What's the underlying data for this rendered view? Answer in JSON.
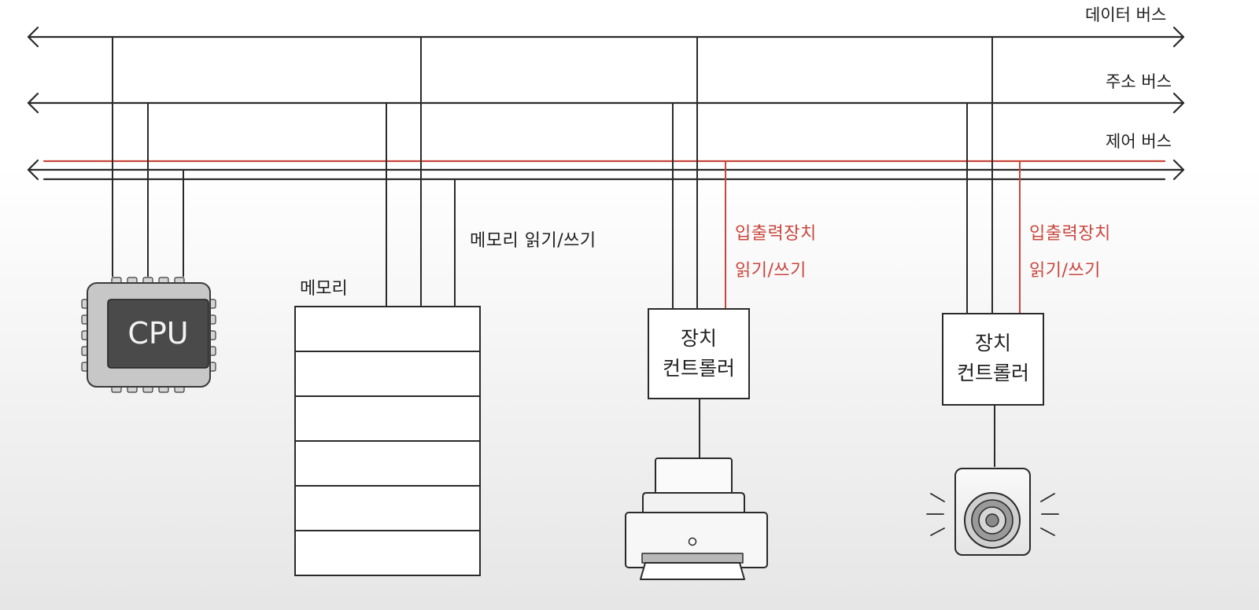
{
  "buses": {
    "data_bus": "데이터 버스",
    "address_bus": "주소 버스",
    "control_bus": "제어 버스"
  },
  "cpu": {
    "label": "CPU"
  },
  "memory": {
    "label": "메모리",
    "signal": "메모리 읽기/쓰기"
  },
  "device1": {
    "controller_line1": "장치",
    "controller_line2": "컨트롤러",
    "signal_line1": "입출력장치",
    "signal_line2": "읽기/쓰기",
    "device_icon": "printer-icon"
  },
  "device2": {
    "controller_line1": "장치",
    "controller_line2": "컨트롤러",
    "signal_line1": "입출력장치",
    "signal_line2": "읽기/쓰기",
    "device_icon": "speaker-icon"
  },
  "colors": {
    "line": "#2a2a2a",
    "control_signal": "#c9463d",
    "cpu_body": "#c7c7c7",
    "cpu_core": "#4a4a4a"
  }
}
